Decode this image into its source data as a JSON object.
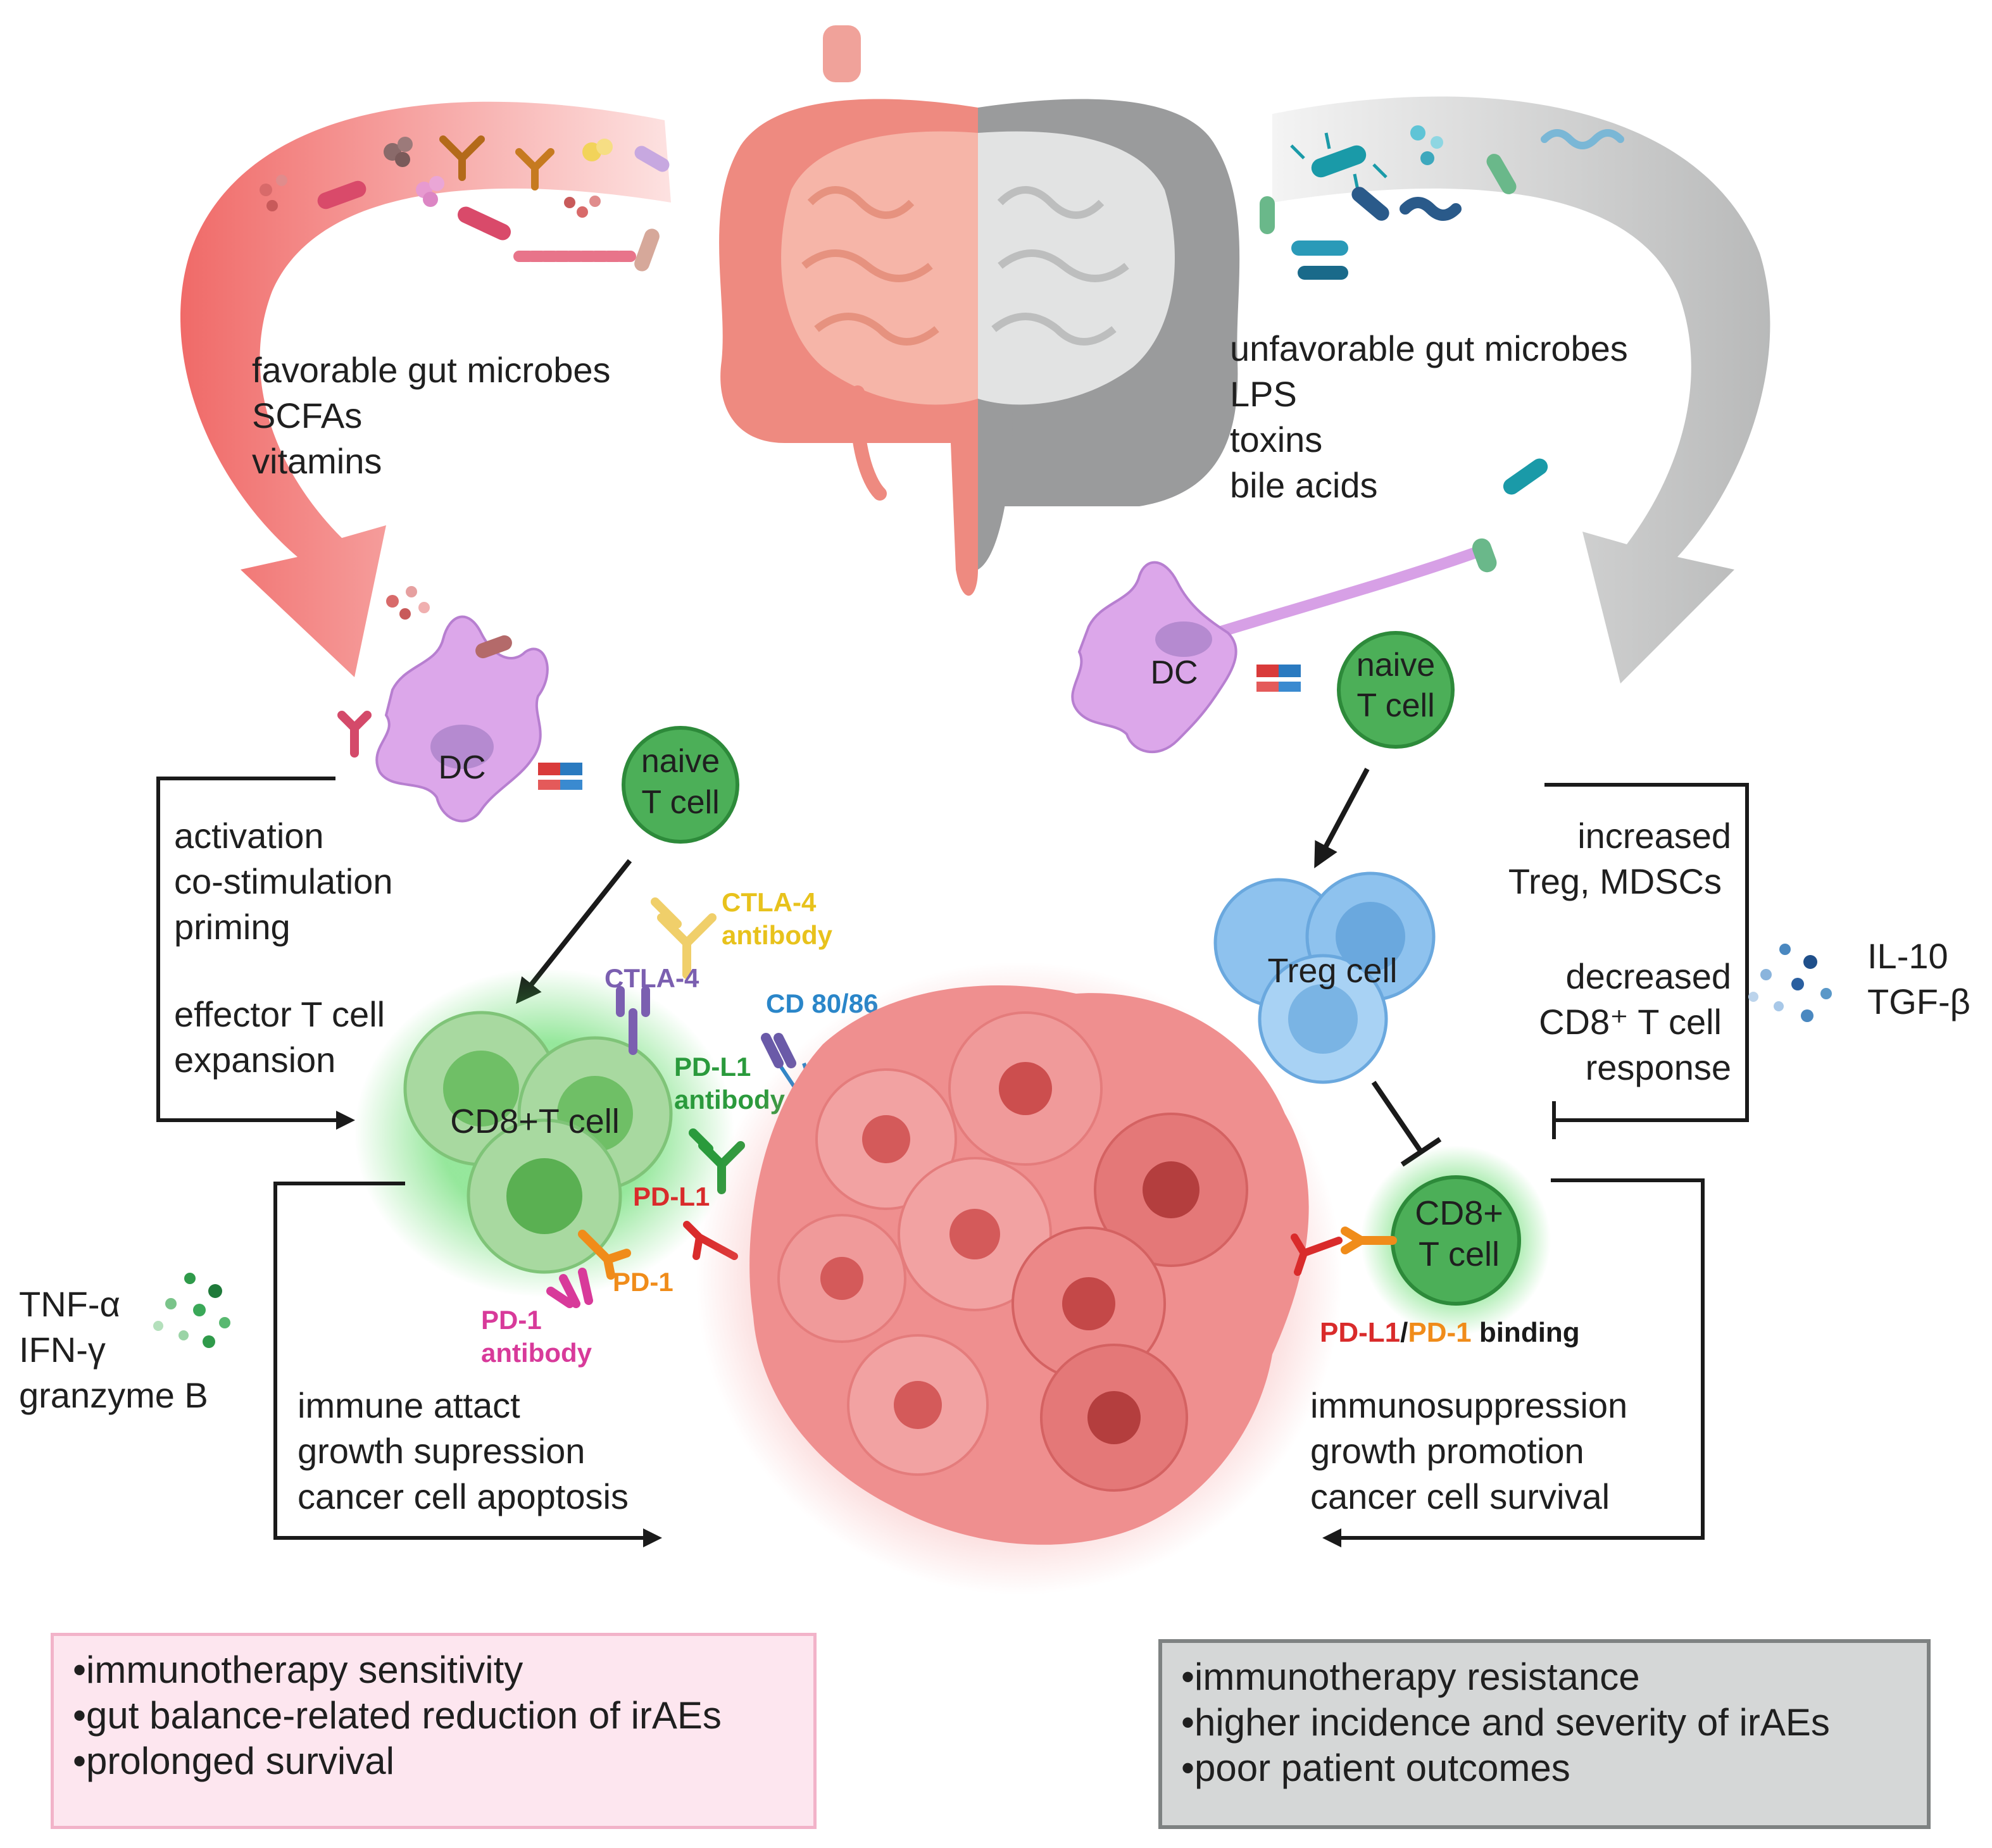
{
  "left_flow": {
    "inputs": [
      "favorable gut microbes",
      "SCFAs",
      "vitamins"
    ],
    "dc_label": "DC",
    "naive_label_1": "naive",
    "naive_label_2": "T cell",
    "steps_1": [
      "activation",
      "co-stimulation",
      "priming"
    ],
    "steps_2": [
      "effector T cell",
      "expansion"
    ],
    "cd8_label": "CD8+T cell",
    "cytokines": [
      "TNF-α",
      "IFN-γ",
      "granzyme B"
    ],
    "outcomes": [
      "immune attact",
      "growth supression",
      "cancer cell apoptosis"
    ]
  },
  "right_flow": {
    "inputs": [
      "unfavorable gut microbes",
      "LPS",
      "toxins",
      "bile acids"
    ],
    "dc_label": "DC",
    "naive_label_1": "naive",
    "naive_label_2": "T cell",
    "treg_label": "Treg cell",
    "effects_1": [
      "increased",
      "Treg, MDSCs"
    ],
    "effects_2": [
      "decreased",
      "CD8⁺ T cell",
      "response"
    ],
    "cytokines": [
      "IL-10",
      "TGF-β"
    ],
    "cd8_label_1": "CD8+",
    "cd8_label_2": "T cell",
    "binding_pdl1": "PD-L1",
    "binding_slash": "/",
    "binding_pd1": "PD-1",
    "binding_word": " binding",
    "outcomes": [
      "immunosuppression",
      "growth promotion",
      "cancer cell survival"
    ]
  },
  "markers": {
    "ctla4_antibody_1": "CTLA-4",
    "ctla4_antibody_2": "antibody",
    "ctla4": "CTLA-4",
    "cd80_86": "CD 80/86",
    "pdl1_antibody_1": "PD-L1",
    "pdl1_antibody_2": "antibody",
    "pdl1": "PD-L1",
    "pd1": "PD-1",
    "pd1_antibody_1": "PD-1",
    "pd1_antibody_2": "antibody"
  },
  "summary_left": [
    "immunotherapy sensitivity",
    "gut balance-related reduction of irAEs",
    "prolonged survival"
  ],
  "summary_right": [
    "immunotherapy resistance",
    "higher incidence and severity of irAEs",
    "poor patient outcomes"
  ],
  "colors": {
    "favorable_arrow": "#f07c78",
    "unfavorable_arrow": "#c8c9c9",
    "dc": "#d7a0e6",
    "t_cell": "#4caf58",
    "treg": "#8ec2ee",
    "tumor": "#ec8a8a",
    "ctla4_antibody": "#e8c21c",
    "ctla4": "#7b5fb0",
    "cd80_86": "#2a86c9",
    "pdl1_antibody": "#2a9a3c",
    "pdl1": "#d92b2b",
    "pd1": "#f08c1a",
    "pd1_antibody": "#d83a9a"
  }
}
